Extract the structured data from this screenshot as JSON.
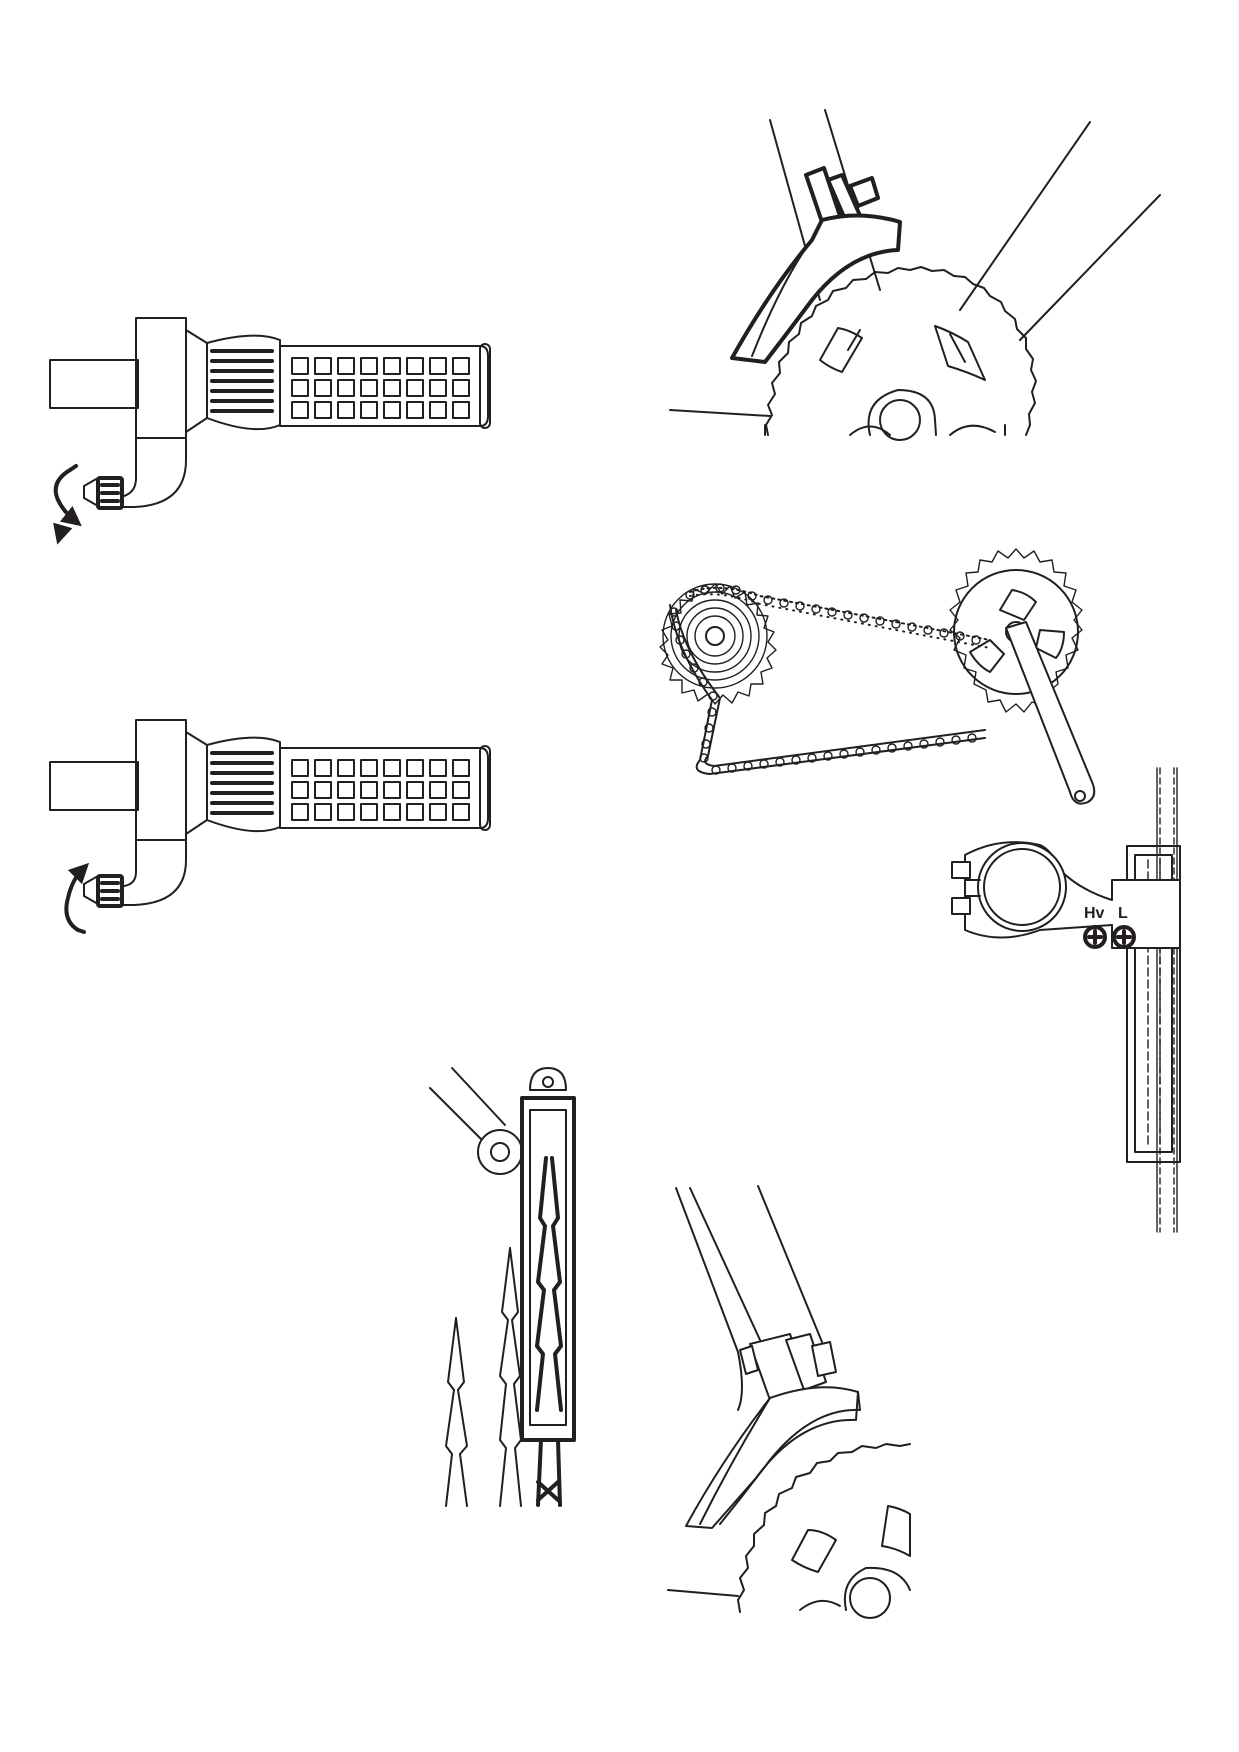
{
  "figure": {
    "stroke_color": "#231f20",
    "background": "#ffffff"
  },
  "panels": [
    {
      "id": "shifter-top",
      "icon": "twist-shifter-screw-counterclockwise-icon"
    },
    {
      "id": "derailleur-top",
      "icon": "front-derailleur-chainring-icon"
    },
    {
      "id": "drivetrain",
      "icon": "chain-cassette-crankset-icon"
    },
    {
      "id": "shifter-middle",
      "icon": "twist-shifter-screw-clockwise-icon"
    },
    {
      "id": "limit-screws",
      "icon": "derailleur-limit-screws-icon"
    },
    {
      "id": "cage-alignment",
      "icon": "derailleur-cage-tooth-alignment-icon"
    },
    {
      "id": "derailleur-bottom",
      "icon": "front-derailleur-cable-clamp-icon"
    }
  ],
  "labels": {
    "screw_high": "Hv",
    "screw_low": "L"
  }
}
